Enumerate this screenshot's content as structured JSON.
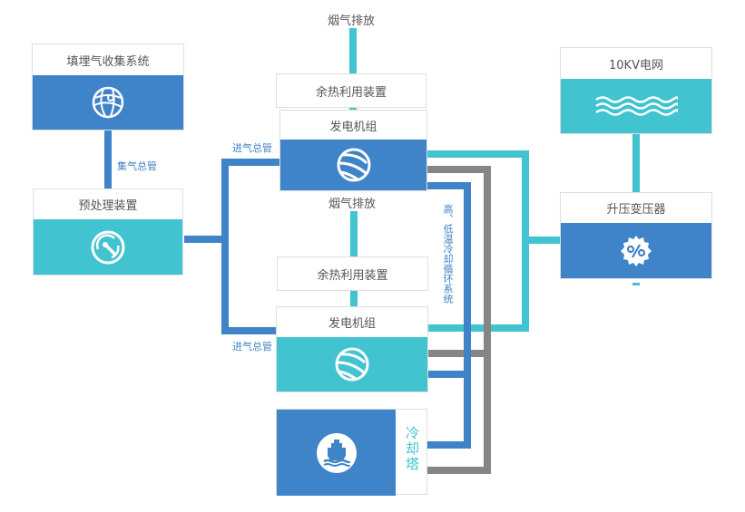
{
  "nodes": {
    "landfill_gas": {
      "title": "填埋气收集系统",
      "icon": "globe-network-icon",
      "color": "#3f83c8"
    },
    "pretreatment": {
      "title": "预处理装置",
      "icon": "gauge-dial-icon",
      "color": "#41c3d0"
    },
    "waste_heat_top": {
      "title": "余热利用装置"
    },
    "generator_top": {
      "title": "发电机组",
      "icon": "globe-icon",
      "color": "#3f83c8"
    },
    "waste_heat_bottom": {
      "title": "余热利用装置"
    },
    "generator_bottom": {
      "title": "发电机组",
      "icon": "globe-icon",
      "color": "#41c3d0"
    },
    "cooling_tower": {
      "title": "冷却塔",
      "icon": "ship-icon",
      "color": "#3f83c8"
    },
    "grid": {
      "title": "10KV电网",
      "icon": "waves-icon",
      "color": "#41c3d0"
    },
    "transformer": {
      "title": "升压变压器",
      "icon": "percent-badge-icon",
      "color": "#3f83c8"
    }
  },
  "labels": {
    "exhaust_top": "烟气排放",
    "exhaust_middle": "烟气排放",
    "gas_collection_main": "集气总管",
    "intake_main_top": "进气总管",
    "intake_main_bottom": "进气总管",
    "cooling_loop": "高、低温冷却循环系统"
  },
  "colors": {
    "blue": "#3f83c8",
    "cyan": "#41c3d0",
    "gray": "#858585"
  }
}
